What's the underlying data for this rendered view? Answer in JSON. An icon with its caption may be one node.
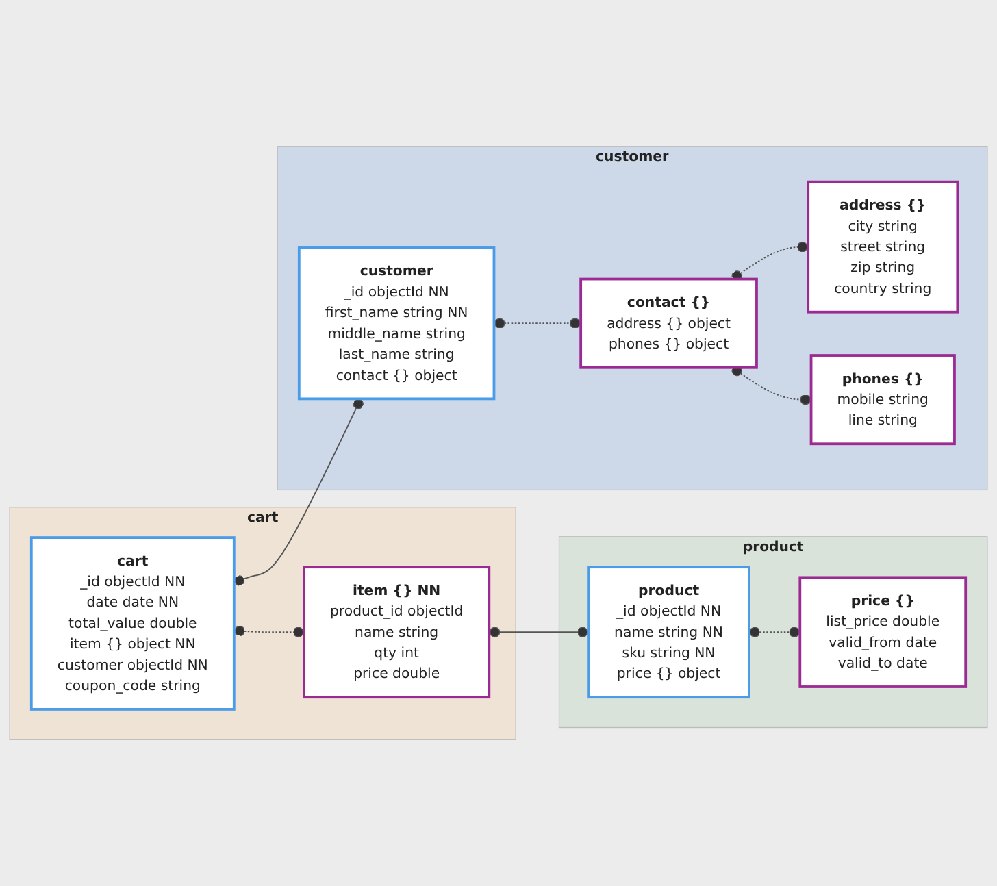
{
  "diagram": {
    "nodes": [
      {
        "text": [
          "cart"
        ]
      },
      {
        "text": [
          "cart",
          "_id objectId NN",
          "date date NN",
          "total_value double",
          "item {} object NN",
          "customer objectId NN",
          "coupon_code string"
        ],
        "in": 0
      },
      {
        "text": [
          "item {} NN",
          "product_id objectId",
          "name string",
          "qty int",
          "price double"
        ],
        "in": 0
      },
      {
        "text": [
          "customer"
        ]
      },
      {
        "text": [
          "customer",
          "_id objectId NN",
          "first_name string NN",
          "middle_name string",
          "last_name string",
          "contact {} object"
        ],
        "in": 3
      },
      {
        "text": [
          "contact {}",
          "address {} object",
          "phones {} object"
        ],
        "in": 3
      },
      {
        "text": [
          "address {}",
          "city string",
          "street string",
          "zip string",
          "country string"
        ],
        "in": 3
      },
      {
        "text": [
          "phones {}",
          "mobile string",
          "line string"
        ],
        "in": 3
      },
      {
        "text": [
          "product"
        ]
      },
      {
        "text": [
          "product",
          "_id objectId NN",
          "name string NN",
          "sku string NN",
          "price {} object"
        ],
        "in": 8
      },
      {
        "text": [
          "price {}",
          "list_price double",
          "valid_from date",
          "valid_to date"
        ],
        "in": 8
      }
    ],
    "edges": [
      {
        "from": 1,
        "to": 2,
        "arrow": "other",
        "style": "dashed"
      },
      {
        "from": 1,
        "to": 4,
        "arrow": "other"
      },
      {
        "from": 2,
        "to": 9,
        "arrow": "other"
      },
      {
        "from": 4,
        "to": 5,
        "arrow": "other",
        "style": "dashed"
      },
      {
        "from": 5,
        "to": 6,
        "arrow": "other",
        "style": "dashed"
      },
      {
        "from": 5,
        "to": 7,
        "arrow": "other",
        "style": "dashed"
      },
      {
        "from": 9,
        "to": 10,
        "arrow": "other",
        "style": "dashed"
      }
    ]
  }
}
